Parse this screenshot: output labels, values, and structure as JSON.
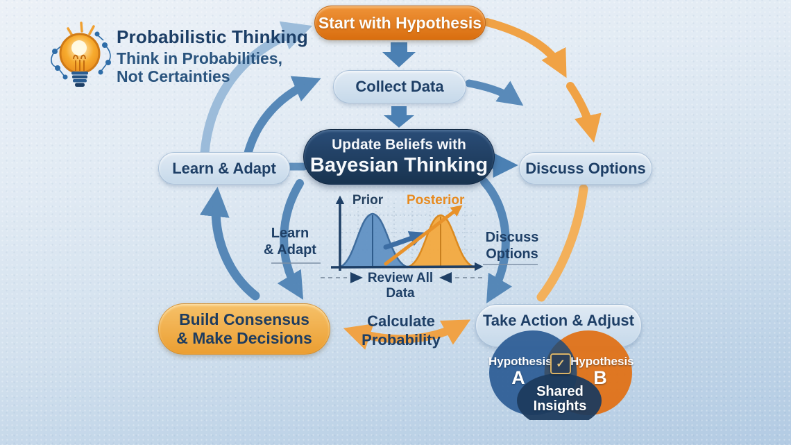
{
  "header": {
    "title": "Probabilistic Thinking",
    "subtitle_line1": "Think in Probabilities,",
    "subtitle_line2": "Not Certainties"
  },
  "nodes": {
    "start_hypothesis": "Start with Hypothesis",
    "collect_data": "Collect Data",
    "update_beliefs_line1": "Update Beliefs with",
    "update_beliefs_line2": "Bayesian Thinking",
    "learn_adapt": "Learn & Adapt",
    "discuss_options": "Discuss Options",
    "build_consensus_line1": "Build Consensus",
    "build_consensus_line2": "& Make Decisions",
    "take_action": "Take Action & Adjust"
  },
  "step_labels": {
    "learn_line1": "Learn",
    "learn_line2": "& Adapt",
    "discuss_line1": "Discuss",
    "discuss_line2": "Options",
    "calculate_line1": "Calculate",
    "calculate_line2": "Probability"
  },
  "chart": {
    "prior_label": "Prior",
    "posterior_label": "Posterior",
    "review_label": "Review All Data"
  },
  "venn": {
    "left_line1": "Hypothesis",
    "left_line2": "A",
    "right_line1": "Hypothesis",
    "right_line2": "B",
    "shared_line1": "Shared",
    "shared_line2": "Insights"
  },
  "icons": {
    "lightbulb": "lightbulb-network-icon",
    "badge_glyph": "✓"
  },
  "colors": {
    "navy_text": "#1e3f66",
    "dark_pill": "#1d3c63",
    "orange_pill": "#e07a1c",
    "amber_pill": "#efa83e",
    "light_pill": "#cfdfee",
    "blue_arrow": "#4b80b3",
    "light_blue_arrow": "#96b8d8",
    "orange_arrow": "#f0a245",
    "prior_fill": "#5d8fc2",
    "posterior_fill": "#f3a93e"
  }
}
